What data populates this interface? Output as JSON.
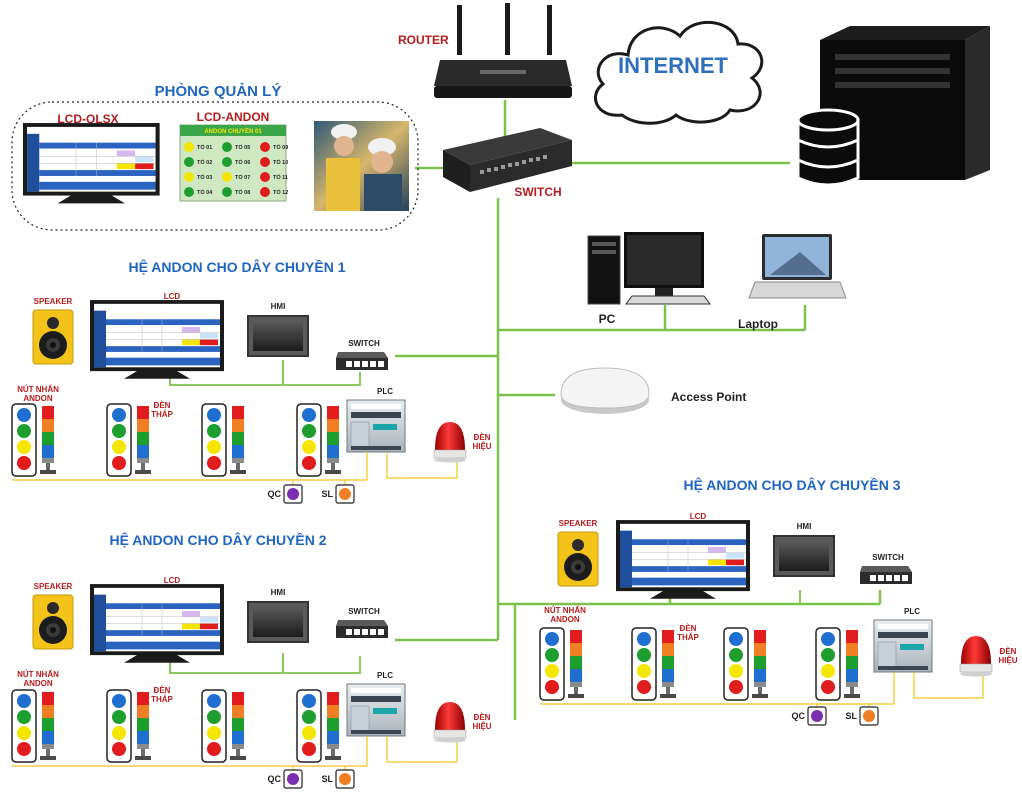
{
  "internet_label": "INTERNET",
  "router_label": "ROUTER",
  "switch_main_label": "SWITCH",
  "server_label": "Server",
  "pc_label": "PC",
  "laptop_label": "Laptop",
  "access_point_label": "Access Point",
  "management": {
    "title": "PHÒNG QUẢN LÝ",
    "lcd_qlsx": "LCD-QLSX",
    "lcd_andon": "LCD-ANDON",
    "andon_screen_title": "ANDON CHUYỀN 01",
    "stations": [
      "TỔ 01",
      "TỔ 02",
      "TỔ 03",
      "TỔ 04",
      "TỔ 05",
      "TỔ 06",
      "TỔ 07",
      "TỔ 08",
      "TỔ 09",
      "TỔ 10",
      "TỔ 11",
      "TỔ 12"
    ],
    "colors": {
      "s01": "#f4e600",
      "s02": "#1e9e2e",
      "s03": "#f4e600",
      "s04": "#1e9e2e",
      "s05": "#1e9e2e",
      "s06": "#1e9e2e",
      "s07": "#f4e600",
      "s08": "#1e9e2e",
      "s09": "#e01c1c",
      "s10": "#e01c1c",
      "s11": "#e01c1c",
      "s12": "#e01c1c"
    }
  },
  "line1": {
    "title": "HỆ ANDON CHO DÂY CHUYỀN 1",
    "speaker": "SPEAKER",
    "lcd": "LCD",
    "hmi": "HMI",
    "switch": "SWITCH",
    "plc": "PLC",
    "buttons": "NÚT NHẤN ANDON",
    "tower": "ĐÈN THÁP",
    "beacon": "ĐÈN HIỆU",
    "qc": "QC",
    "sl": "SL"
  },
  "line2": {
    "title": "HỆ ANDON CHO DÂY CHUYỀN 2",
    "speaker": "SPEAKER",
    "lcd": "LCD",
    "hmi": "HMI",
    "switch": "SWITCH",
    "plc": "PLC",
    "buttons": "NÚT NHẤN ANDON",
    "tower": "ĐÈN THÁP",
    "beacon": "ĐÈN HIỆU",
    "qc": "QC",
    "sl": "SL"
  },
  "line3": {
    "title": "HỆ ANDON CHO DÂY CHUYỀN 3",
    "speaker": "SPEAKER",
    "lcd": "LCD",
    "hmi": "HMI",
    "switch": "SWITCH",
    "plc": "PLC",
    "buttons": "NÚT NHẤN ANDON",
    "tower": "ĐÈN THÁP",
    "beacon": "ĐÈN HIỆU",
    "qc": "QC",
    "sl": "SL"
  },
  "palette": {
    "link_green": "#7cc24a",
    "signal_yellow": "#f0c419",
    "btn_blue": "#1e6fd0",
    "btn_green": "#1e9e2e",
    "btn_yellow": "#f4e600",
    "btn_red": "#e01c1c",
    "qc_purple": "#7b2fb0",
    "sl_orange": "#f07e22"
  }
}
